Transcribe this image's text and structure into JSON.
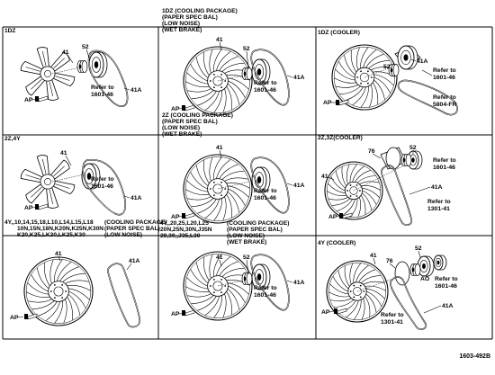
{
  "panels": [
    {
      "id": "p1",
      "title": [
        "1DZ"
      ],
      "kind": "blade",
      "labels": {
        "num41": "41",
        "num52": "52",
        "ap": "AP",
        "belt": "41A",
        "ref1": "Refer to",
        "ref2": "1601-46"
      }
    },
    {
      "id": "p2",
      "title": [
        "1DZ (COOLING PACKAGE)",
        "(PAPER SPEC BAL)",
        "(LOW NOISE)",
        "(WET BRAKE)"
      ],
      "kind": "ring",
      "labels": {
        "num41": "41",
        "num52": "52",
        "ap": "AP",
        "belt": "41A",
        "ref1": "Refer to",
        "ref2": "1601-46"
      }
    },
    {
      "id": "p3",
      "title": [
        "1DZ (COOLER)"
      ],
      "kind": "ring-cooler",
      "labels": {
        "num41": "41A",
        "num52": "52",
        "ap": "AP",
        "belt": "",
        "ref1": "Refer to",
        "ref2": "1601-46",
        "ref3": "Refer to",
        "ref4": "5804-FR"
      }
    },
    {
      "id": "p4",
      "title": [
        "2Z,4Y"
      ],
      "kind": "blade",
      "labels": {
        "num41": "41",
        "num52": "",
        "ap": "AP",
        "belt": "41A",
        "ref1": "Refer to",
        "ref2": "1601-46"
      }
    },
    {
      "id": "p5",
      "title": [
        "2Z (COOLING PACKAGE)",
        "(PAPER SPEC BAL)",
        "(LOW NOISE)",
        "(WET BRAKE)"
      ],
      "kind": "ring",
      "labels": {
        "num41": "41",
        "num52": "",
        "ap": "AP",
        "belt": "41A",
        "ref1": "Refer to",
        "ref2": "1601-46"
      }
    },
    {
      "id": "p6",
      "title": [
        "2Z,3Z(COOLER)"
      ],
      "kind": "ring-cooler2",
      "labels": {
        "num41": "41",
        "num52": "52",
        "num76": "76",
        "ap": "AP",
        "belt": "41A",
        "ref1": "Refer to",
        "ref2": "1601-46",
        "ref3": "Refer to",
        "ref4": "1301-41"
      }
    },
    {
      "id": "p7",
      "title": [
        "4Y,,10,14,15,18,L10,L14,L15,L18",
        "10N,15N,18N,K20N,K25N,K30N",
        "K20,K25,LK20,LK25,K30"
      ],
      "title2": [
        "(COOLING PACKAGE)",
        "(PAPER SPEC BAL)",
        "(LOW NOISE)"
      ],
      "kind": "ring-loose",
      "labels": {
        "num41": "41",
        "num52": "",
        "ap": "AP",
        "belt": "41A"
      }
    },
    {
      "id": "p8",
      "title": [
        "4Y,,20,25,L20,L25",
        "20N,25N,30N,J35N",
        "28,30,,J35,L30"
      ],
      "title2": [
        "(COOLING PACKAGE)",
        "(PAPER SPEC BAL)",
        "(LOW NOISE)",
        "(WET BRAKE)"
      ],
      "kind": "ring",
      "labels": {
        "num41": "41",
        "num52": "52",
        "ap": "AP",
        "belt": "41A",
        "ref1": "Refer to",
        "ref2": "1601-46"
      }
    },
    {
      "id": "p9",
      "title": [
        "4Y (COOLER)"
      ],
      "kind": "ring-cooler3",
      "labels": {
        "num41": "41",
        "num52": "52",
        "num76": "76",
        "ap": "AO",
        "ap2": "AP",
        "belt": "41A",
        "ref1": "Refer to",
        "ref2": "1601-46",
        "ref3": "Refer to",
        "ref4": "1301-41"
      }
    }
  ],
  "figure_code": "1603-492B"
}
